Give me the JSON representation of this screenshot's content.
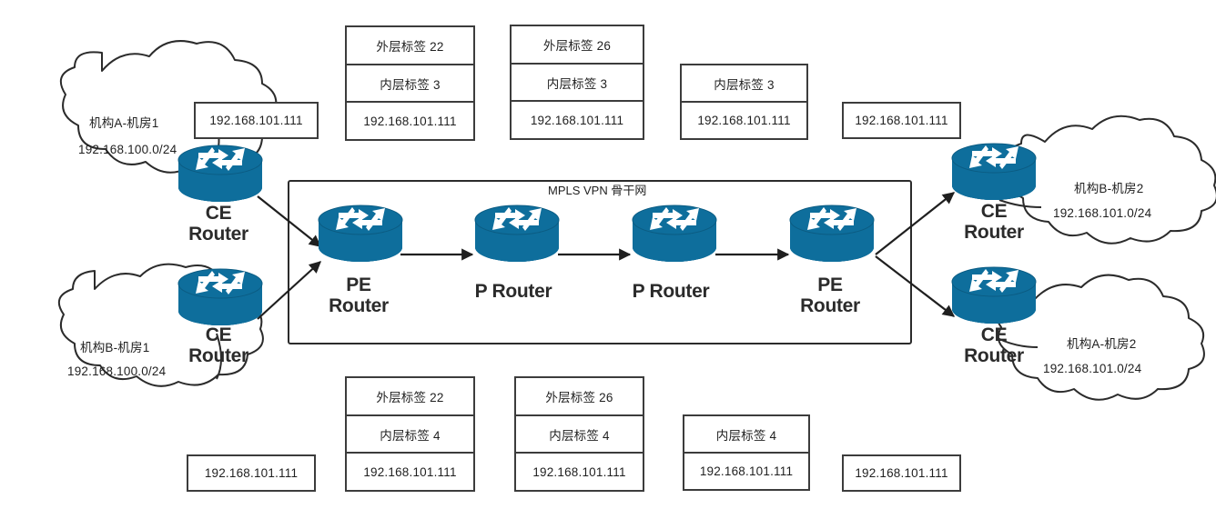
{
  "diagram": {
    "title": "MPLS VPN 骨干网",
    "colors": {
      "router_blue": "#0e6e9c",
      "router_blue_dark": "#0b5c83",
      "stroke": "#3c3c3c",
      "text": "#1f1f1f",
      "caption": "#2b2b2b"
    }
  },
  "backbone": {
    "label": "MPLS VPN 骨干网",
    "devices": [
      {
        "name": "pe-left",
        "line1": "PE",
        "line2": "Router"
      },
      {
        "name": "p-left",
        "line1": "P Router",
        "line2": ""
      },
      {
        "name": "p-right",
        "line1": "P Router",
        "line2": ""
      },
      {
        "name": "pe-right",
        "line1": "PE",
        "line2": "Router"
      }
    ]
  },
  "clouds": [
    {
      "name": "cloud-top-left",
      "org": "机构A-机房1",
      "subnet": "192.168.100.0/24"
    },
    {
      "name": "cloud-bottom-left",
      "org": "机构B-机房1",
      "subnet": "192.168.100.0/24"
    },
    {
      "name": "cloud-top-right",
      "org": "机构B-机房2",
      "subnet": "192.168.101.0/24"
    },
    {
      "name": "cloud-bottom-right",
      "org": "机构A-机房2",
      "subnet": "192.168.101.0/24"
    }
  ],
  "ce_routers": [
    {
      "name": "ce-top-left",
      "line1": "CE",
      "line2": "Router"
    },
    {
      "name": "ce-bottom-left",
      "line1": "CE",
      "line2": "Router"
    },
    {
      "name": "ce-top-right",
      "line1": "CE",
      "line2": "Router"
    },
    {
      "name": "ce-bottom-right",
      "line1": "CE",
      "line2": "Router"
    }
  ],
  "packets_top": [
    {
      "name": "packet-top-1",
      "cells": [
        "192.168.101.111"
      ]
    },
    {
      "name": "packet-top-2",
      "cells": [
        "外层标签 22",
        "内层标签 3",
        "192.168.101.111"
      ]
    },
    {
      "name": "packet-top-3",
      "cells": [
        "外层标签 26",
        "内层标签 3",
        "192.168.101.111"
      ]
    },
    {
      "name": "packet-top-4",
      "cells": [
        "内层标签 3",
        "192.168.101.111"
      ]
    },
    {
      "name": "packet-top-5",
      "cells": [
        "192.168.101.111"
      ]
    }
  ],
  "packets_bottom": [
    {
      "name": "packet-bottom-1",
      "cells": [
        "192.168.101.111"
      ]
    },
    {
      "name": "packet-bottom-2",
      "cells": [
        "外层标签 22",
        "内层标签 4",
        "192.168.101.111"
      ]
    },
    {
      "name": "packet-bottom-3",
      "cells": [
        "外层标签 26",
        "内层标签 4",
        "192.168.101.111"
      ]
    },
    {
      "name": "packet-bottom-4",
      "cells": [
        "内层标签 4",
        "192.168.101.111"
      ]
    },
    {
      "name": "packet-bottom-5",
      "cells": [
        "192.168.101.111"
      ]
    }
  ]
}
